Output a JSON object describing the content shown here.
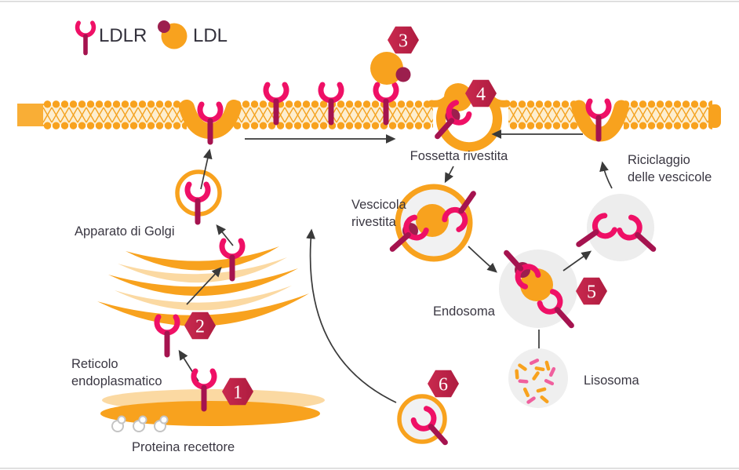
{
  "legend": {
    "ldlr": "LDLR",
    "ldl": "LDL"
  },
  "steps": {
    "1": "1",
    "2": "2",
    "3": "3",
    "4": "4",
    "5": "5",
    "6": "6"
  },
  "labels": {
    "fossetta_rivestita": "Fossetta rivestita",
    "riciclaggio_line1": "Riciclaggio",
    "riciclaggio_line2": "delle vescicole",
    "vescicola_line1": "Vescicola",
    "vescicola_line2": "rivestita",
    "endosoma": "Endosoma",
    "lisosoma": "Lisosoma",
    "apparato_di_golgi": "Apparato di Golgi",
    "reticolo_line1": "Reticolo",
    "reticolo_line2": "endoplasmatico",
    "proteina_recettore": "Proteina recettore"
  },
  "colors": {
    "membrane_orange": "#F8A21E",
    "light_orange": "#FBD9A2",
    "receptor_arc_pink": "#EF1066",
    "receptor_stem": "#A5134F",
    "ldl_orange": "#F8A21E",
    "ldl_dot_maroon": "#9C1F4E",
    "badge_red": "#C32347",
    "text": "#3A3742",
    "vesicle_gray": "#EFEFEF",
    "fragment_pink": "#F0609E",
    "arrow": "#3A3A3A"
  }
}
